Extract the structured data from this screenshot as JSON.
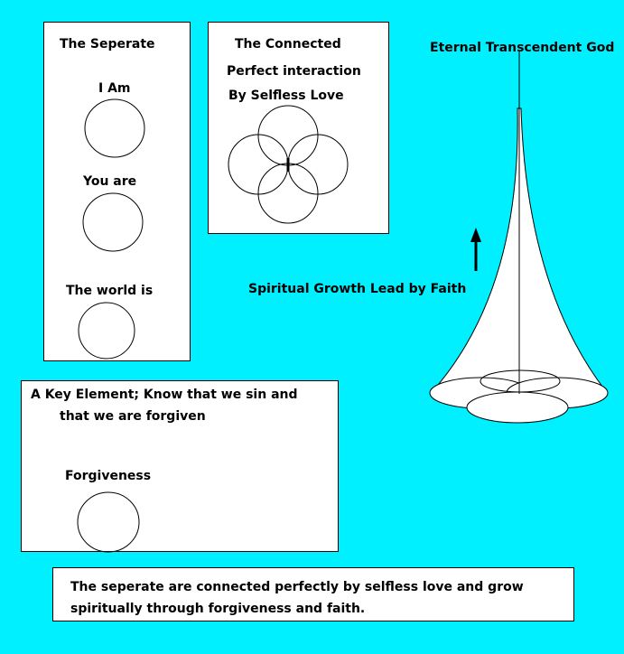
{
  "separate_panel": {
    "title": "The  Seperate",
    "i_am": "I Am",
    "you_are": "You are",
    "world_is": "The world is"
  },
  "connected_panel": {
    "title": "The  Connected",
    "line2": "Perfect interaction",
    "line3": "By Selfless Love"
  },
  "forgiveness_panel": {
    "line1": "A Key Element; Know that we sin and",
    "line2": "that we are forgiven",
    "label": "Forgiveness"
  },
  "summary": {
    "line1": "The seperate are connected perfectly by selfless love and grow",
    "line2": "spiritually through forgiveness and faith."
  },
  "cone": {
    "top_label": "Eternal Transcendent God",
    "growth_label": "Spiritual Growth Lead by Faith"
  }
}
